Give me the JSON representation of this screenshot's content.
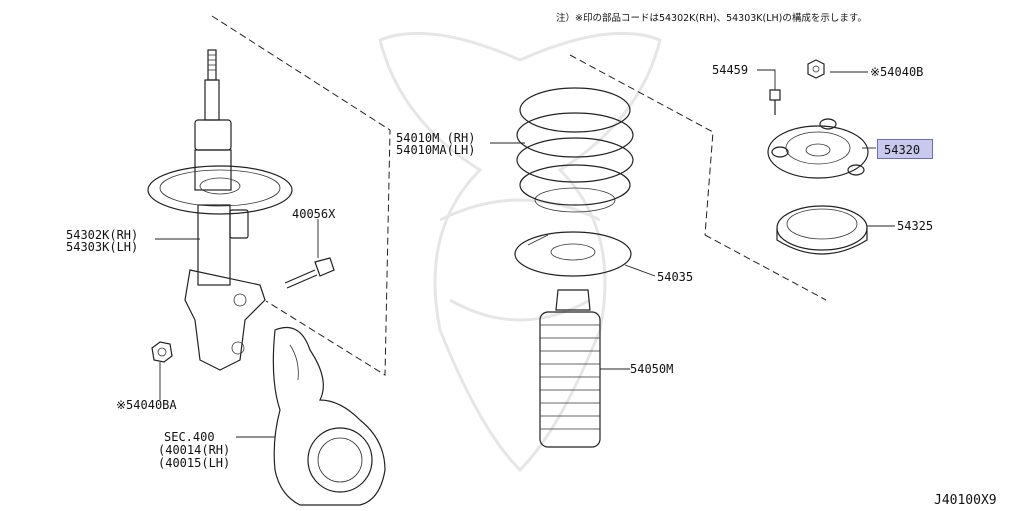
{
  "note": "注）※印の部品コードは54302K(RH)、54303K(LH)の構成を示します。",
  "diagram_id": "J40100X9",
  "labels": {
    "p54302": "54302K(RH)",
    "p54303": "54303K(LH)",
    "p40056": "40056X",
    "p54040ba": "※54040BA",
    "sec400": "SEC.400",
    "p40014": "(40014(RH)",
    "p40015": "(40015(LH)",
    "p54010m": "54010M (RH)",
    "p54010ma": "54010MA(LH)",
    "p54035": "54035",
    "p54050m": "54050M",
    "p54459": "54459",
    "p54040b": "※54040B",
    "p54320": "54320",
    "p54325": "54325"
  },
  "highlight_color": "#c9c9ee"
}
